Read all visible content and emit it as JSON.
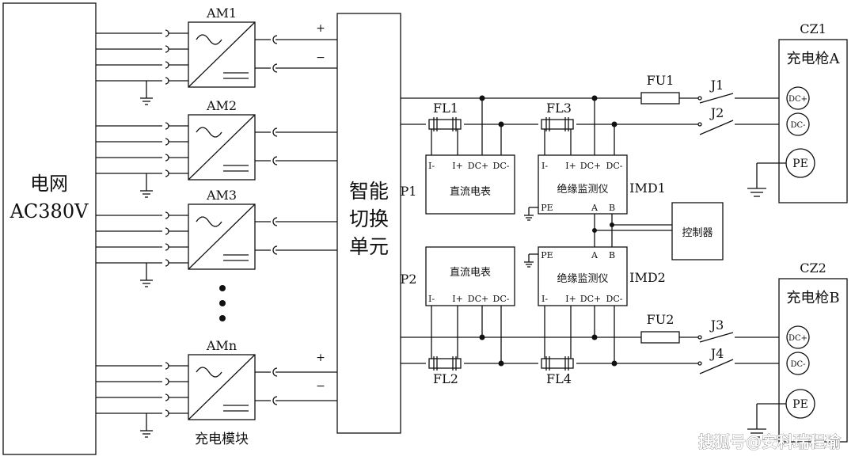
{
  "grid": {
    "line1": "电网",
    "line2": "AC380V"
  },
  "switch_unit": {
    "lines": [
      "智能",
      "切换",
      "单元"
    ]
  },
  "modules": [
    "AM1",
    "AM2",
    "AM3",
    "AMn"
  ],
  "module_group_label": "充电模块",
  "polarity": {
    "plus": "+",
    "minus": "−"
  },
  "filters": [
    "FL1",
    "FL2",
    "FL3",
    "FL4"
  ],
  "fuses": [
    "FU1",
    "FU2"
  ],
  "contactors": [
    "J1",
    "J2",
    "J3",
    "J4"
  ],
  "meters": [
    {
      "tag": "P1",
      "name": "直流电表",
      "pins": [
        "I-",
        "I+",
        "DC+",
        "DC-"
      ]
    },
    {
      "tag": "P2",
      "name": "直流电表",
      "pins": [
        "I-",
        "I+",
        "DC+",
        "DC-"
      ]
    }
  ],
  "imds": [
    {
      "tag": "IMD1",
      "name": "绝缘监测仪",
      "pins": [
        "I-",
        "I+",
        "DC+",
        "DC-"
      ],
      "pe": "PE",
      "a": "A",
      "b": "B"
    },
    {
      "tag": "IMD2",
      "name": "绝缘监测仪",
      "pins": [
        "I-",
        "I+",
        "DC+",
        "DC-"
      ],
      "pe": "PE",
      "a": "A",
      "b": "B"
    }
  ],
  "controller": "控制器",
  "guns": [
    {
      "tag": "CZ1",
      "name": "充电枪A",
      "dcp": "DC+",
      "dcm": "DC-",
      "pe": "PE"
    },
    {
      "tag": "CZ2",
      "name": "充电枪B",
      "dcp": "DC+",
      "dcm": "DC-",
      "pe": "PE"
    }
  ],
  "watermark": "搜狐号@安科瑞程瑜"
}
